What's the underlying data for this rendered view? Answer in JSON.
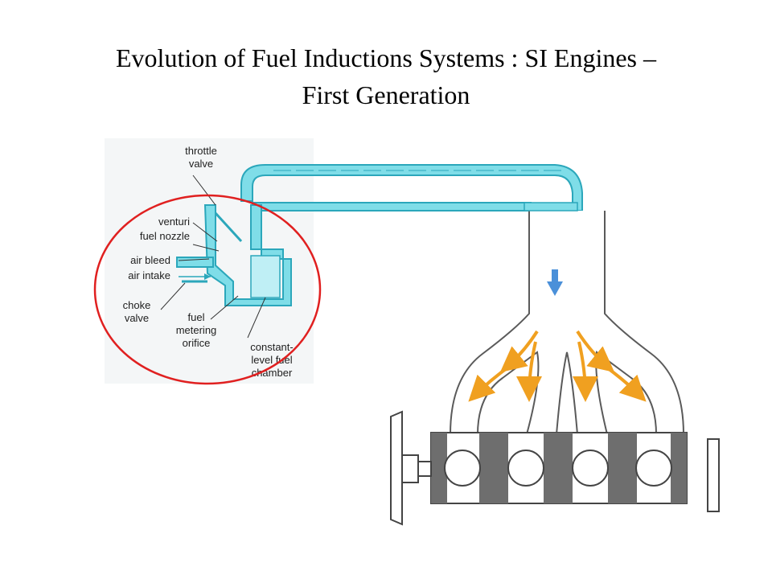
{
  "slide": {
    "title_line1": "Evolution of Fuel Inductions Systems : SI Engines –",
    "title_line2": "First Generation"
  },
  "carburetor_labels": {
    "throttle_1": "throttle",
    "throttle_2": "valve",
    "venturi": "venturi",
    "fuel_nozzle": "fuel nozzle",
    "air_bleed": "air bleed",
    "air_intake": "air intake",
    "choke_1": "choke",
    "choke_2": "valve",
    "fuel_1": "fuel",
    "fuel_2": "metering",
    "fuel_3": "orifice",
    "chamber_1": "constant-",
    "chamber_2": "level fuel",
    "chamber_3": "chamber"
  },
  "colors": {
    "carb_fill": "#7fdde8",
    "carb_stroke": "#2ba7bb",
    "highlight_circle": "#e02020",
    "manifold_stroke": "#5a5a5a",
    "flow_arrow": "#f0a020",
    "inlet_arrow": "#4a90d9",
    "engine_block": "#6e6e6e",
    "cylinder": "#ffffff"
  }
}
